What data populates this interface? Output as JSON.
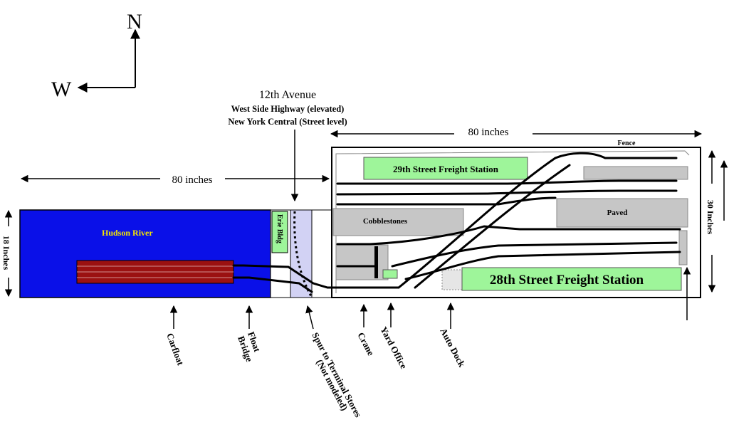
{
  "compass": {
    "north": "N",
    "west": "W"
  },
  "avenue": {
    "line1": "12th Avenue",
    "line2": "West Side Highway (elevated)",
    "line3": "New York Central (Street level)"
  },
  "dimensions": {
    "left_width": "80 inches",
    "right_width": "80 inches",
    "left_height": "18 Inches",
    "right_height": "30 Inches"
  },
  "labels": {
    "fence": "Fence",
    "river": "Hudson River",
    "erie": "Erie Bldg",
    "station29": "29th Street Freight Station",
    "cobblestones": "Cobblestones",
    "paved": "Paved",
    "station28": "28th Street Freight Station"
  },
  "callouts": {
    "carfloat": "Carfloat",
    "float_bridge_1": "Float",
    "float_bridge_2": "Bridge",
    "spur_1": "Spur to Terminal Stores",
    "spur_2": "(Not modeled)",
    "crane": "Crane",
    "yard_office": "Yard Office",
    "auto_dock": "Auto Dock"
  },
  "colors": {
    "river": "#0a10e8",
    "label_green": "#9ef59a",
    "paved_gray": "#c6c6c6",
    "carfloat_red": "#9b1111",
    "street_lavender": "#d2d2f4",
    "river_text": "#f5e600"
  }
}
